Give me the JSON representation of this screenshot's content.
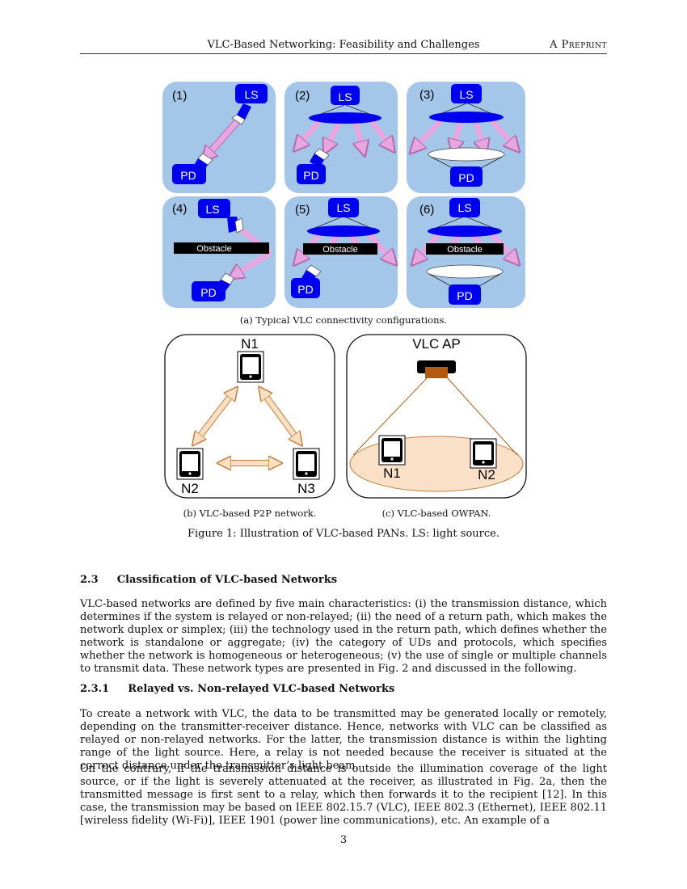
{
  "header": {
    "title": "VLC-Based Networking: Feasibility and Challenges",
    "label": "A Preprint"
  },
  "fig_a": {
    "panels": [
      {
        "num": "(1)",
        "ls": "LS",
        "pd": "PD"
      },
      {
        "num": "(2)",
        "ls": "LS",
        "pd": "PD"
      },
      {
        "num": "(3)",
        "ls": "LS",
        "pd": "PD"
      },
      {
        "num": "(4)",
        "ls": "LS",
        "pd": "PD",
        "obstacle": "Obstacle"
      },
      {
        "num": "(5)",
        "ls": "LS",
        "pd": "PD",
        "obstacle": "Obstacle"
      },
      {
        "num": "(6)",
        "ls": "LS",
        "pd": "PD",
        "obstacle": "Obstacle"
      }
    ],
    "caption": "(a) Typical VLC connectivity configurations."
  },
  "fig_b": {
    "n1": "N1",
    "n2": "N2",
    "n3": "N3",
    "caption": "(b) VLC-based P2P network."
  },
  "fig_c": {
    "ap": "VLC AP",
    "n1": "N1",
    "n2": "N2",
    "caption": "(c) VLC-based OWPAN."
  },
  "figure_caption": "Figure 1: Illustration of VLC-based PANs. LS: light source.",
  "section_23": {
    "number": "2.3",
    "title": "Classification of VLC-based Networks"
  },
  "para1": "VLC-based networks are defined by five main characteristics: (i) the transmission distance, which determines if the system is relayed or non-relayed; (ii) the need of a return path, which makes the network duplex or simplex; (iii) the technology used in the return path, which defines whether the network is standalone or aggregate; (iv) the category of UDs and protocols, which specifies whether the network is homogeneous or heterogeneous; (v) the use of single or multiple channels to transmit data. These network types are presented in Fig. 2 and discussed in the following.",
  "section_231": {
    "number": "2.3.1",
    "title": "Relayed vs. Non-relayed VLC-based Networks"
  },
  "para2": "To create a network with VLC, the data to be transmitted may be generated locally or remotely, depending on the transmitter-receiver distance. Hence, networks with VLC can be classified as relayed or non-relayed networks. For the latter, the transmission distance is within the lighting range of the light source. Here, a relay is not needed because the receiver is situated at the correct distance under the transmitter’s light beam.",
  "para3": "On the contrary, if the transmission distance is outside the illumination coverage of the light source, or if the light is severely attenuated at the receiver, as illustrated in Fig. 2a, then the transmitted message is first sent to a relay, which then forwards it to the recipient [12]. In this case, the transmission may be based on IEEE 802.15.7 (VLC), IEEE 802.3 (Ethernet), IEEE 802.11 [wireless fidelity (Wi-Fi)], IEEE 1901 (power line communications), etc. An example of a",
  "page_number": "3",
  "colors": {
    "panel_bg": "#a4c6e8",
    "blue": "#0000ee",
    "beam": "#e7a6e0",
    "beam_stroke": "#b070b0",
    "arrow_fill": "#fde0c4",
    "arrow_stroke": "#c08040",
    "ellipse": "#fbe0c8"
  }
}
